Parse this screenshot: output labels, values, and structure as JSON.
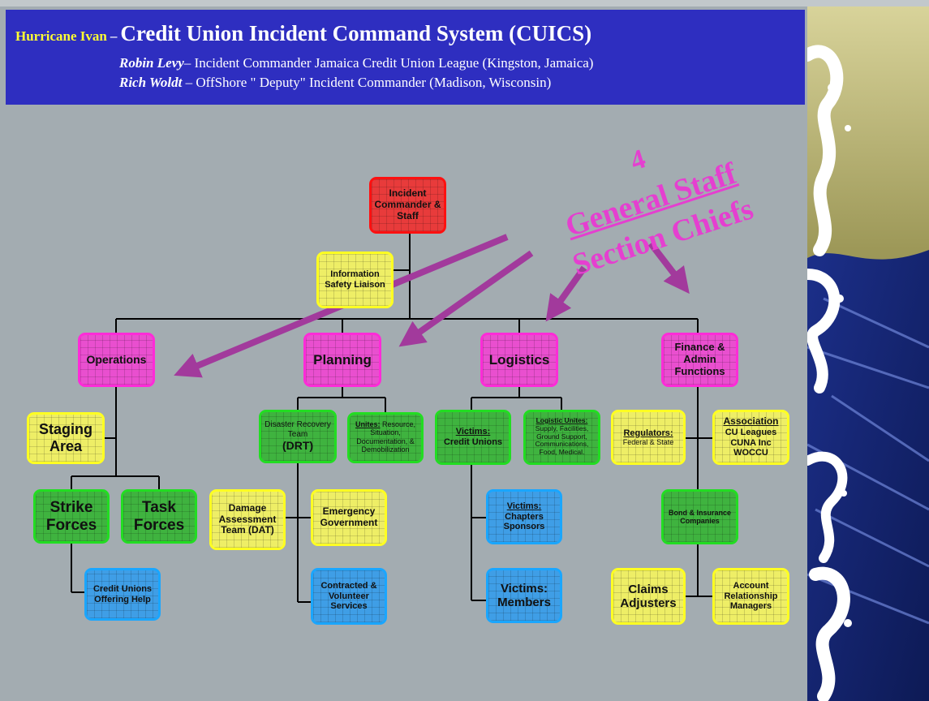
{
  "header": {
    "prefix": "Hurricane Ivan",
    "separator": "–",
    "title": "Credit Union Incident Command System (CUICS)",
    "line1_name": "Robin Levy",
    "line1_text": "– Incident Commander Jamaica Credit Union League  (Kingston, Jamaica)",
    "line2_name": "Rich Woldt",
    "line2_text": " – OffShore \" Deputy\" Incident Commander (Madison, Wisconsin)"
  },
  "callout": {
    "number": "4",
    "line1": "General Staff",
    "line2": "Section Chiefs"
  },
  "boxes": {
    "incident": "Incident Commander & Staff",
    "info": "Information Safety Liaison",
    "operations": "Operations",
    "planning": "Planning",
    "logistics": "Logistics",
    "finance": "Finance & Admin Functions",
    "staging": "Staging Area",
    "strike": "Strike Forces",
    "task": "Task Forces",
    "cu_help": "Credit Unions Offering Help",
    "drt_title": "Disaster Recovery Team",
    "drt_abbr": "(DRT)",
    "units_label": "Unites:",
    "units_text": "Resource, Situation, Documentation, & Demobilization",
    "dat": "Damage Assessment Team (DAT)",
    "emergency": "Emergency Government",
    "contracted": "Contracted & Volunteer Services",
    "victims_cu_label": "Victims:",
    "victims_cu_text": "Credit Unions",
    "log_units_label": "Logistic Unites:",
    "log_units_text": "Supply, Facilities, Ground Support, Communications, Food, Medical.",
    "victims_ch_label": "Victims:",
    "victims_ch_text": "Chapters Sponsors",
    "victims_members": "Victims: Members",
    "regulators_label": "Regulators:",
    "regulators_text": "Federal & State",
    "association_label": "Association",
    "association_text": "CU Leagues CUNA Inc WOCCU",
    "bond": "Bond & Insurance Companies",
    "claims": "Claims Adjusters",
    "account": "Account Relationship Managers"
  },
  "colors": {
    "header_bg": "#2e2ec0",
    "slide_bg": "#a3acb1",
    "red": "#e83b3b",
    "yellow": "#eeee66",
    "magenta": "#e94fcf",
    "green": "#3fb33f",
    "blue": "#3f9ee6",
    "callout": "#e53fd0"
  }
}
